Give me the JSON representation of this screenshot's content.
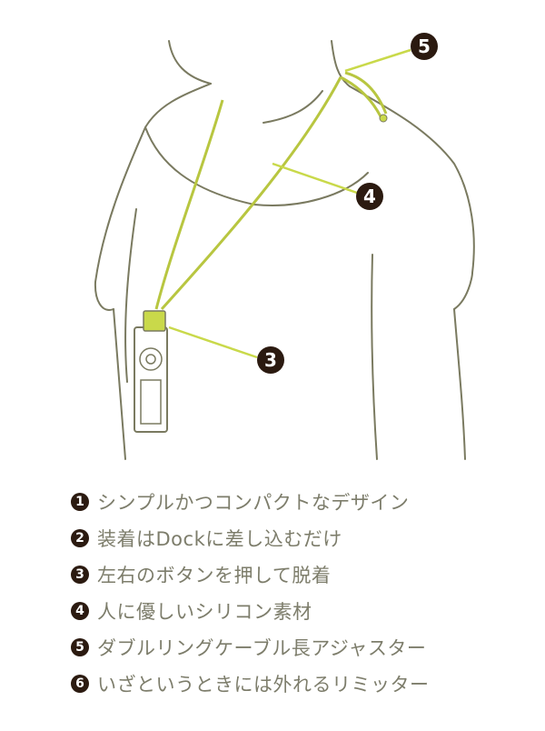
{
  "callouts": [
    "5",
    "4",
    "3"
  ],
  "features": [
    {
      "num": "1",
      "text": "シンプルかつコンパクトなデザイン"
    },
    {
      "num": "2",
      "text": "装着はDockに差し込むだけ"
    },
    {
      "num": "3",
      "text": "左右のボタンを押して脱着"
    },
    {
      "num": "4",
      "text": "人に優しいシリコン素材"
    },
    {
      "num": "5",
      "text": "ダブルリングケーブル長アジャスター"
    },
    {
      "num": "6",
      "text": "いざというときには外れるリミッター"
    }
  ],
  "colors": {
    "line": "#7a7a60",
    "accent": "#c9d94a",
    "badge": "#2b1a10",
    "text": "#7d7d6b"
  }
}
